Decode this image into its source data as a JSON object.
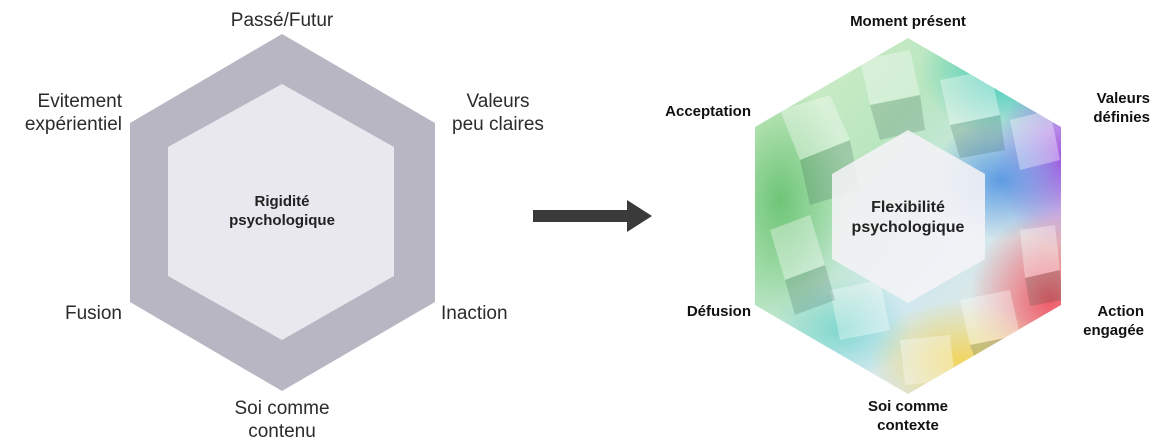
{
  "rigidity": {
    "center_lines": [
      "Rigidité",
      "psychologique"
    ],
    "labels": {
      "top": [
        "Passé/Futur"
      ],
      "top_left": [
        "Evitement",
        "expérientiel"
      ],
      "top_right": [
        "Valeurs",
        "peu claires"
      ],
      "bottom_left": [
        "Fusion"
      ],
      "bottom_right": [
        "Inaction"
      ],
      "bottom": [
        "Soi comme",
        "contenu"
      ]
    },
    "colors": {
      "outer": "#b8b6c3",
      "inner": "#e9e8ee"
    }
  },
  "flexibility": {
    "center_lines": [
      "Flexibilité",
      "psychologique"
    ],
    "labels": {
      "top": [
        "Moment présent"
      ],
      "top_left": [
        "Acceptation"
      ],
      "top_right": [
        "Valeurs",
        "définies"
      ],
      "bottom_left": [
        "Défusion"
      ],
      "bottom_right": [
        "Action",
        "engagée"
      ],
      "bottom": [
        "Soi comme",
        "contexte"
      ]
    }
  },
  "arrow": {
    "color": "#3a3a3a",
    "direction": "right"
  }
}
